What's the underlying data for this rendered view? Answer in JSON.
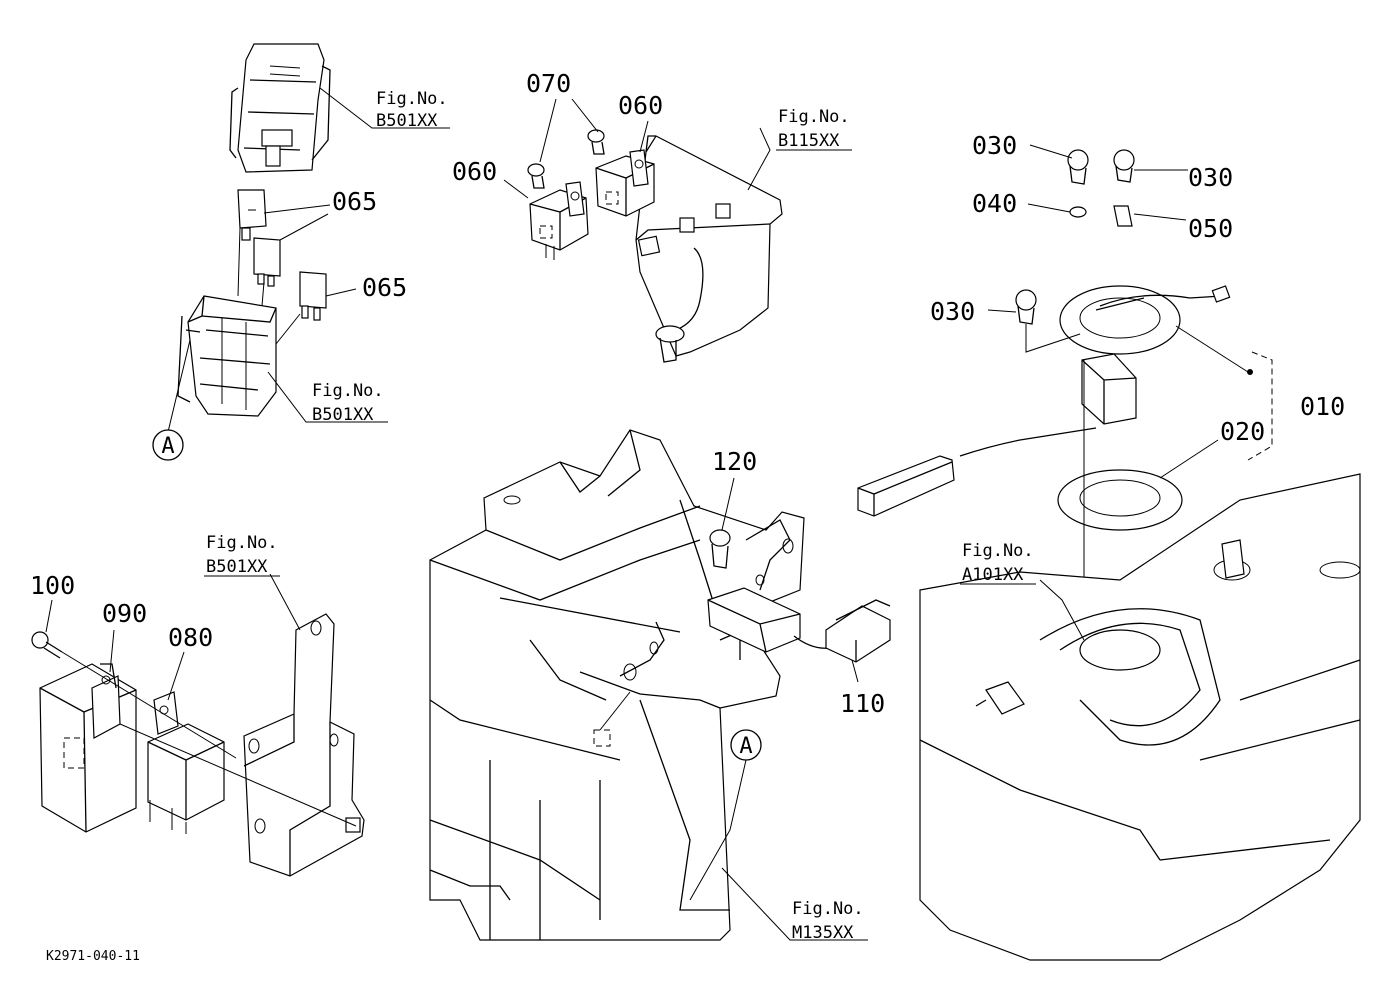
{
  "drawing_code": "K2971-040-11",
  "circle_labels": {
    "left": "A",
    "center": "A"
  },
  "part_numbers": {
    "p010": "010",
    "p020": "020",
    "p030_a": "030",
    "p030_b": "030",
    "p030_c": "030",
    "p040": "040",
    "p050": "050",
    "p060_a": "060",
    "p060_b": "060",
    "p065_a": "065",
    "p065_b": "065",
    "p070": "070",
    "p080": "080",
    "p090": "090",
    "p100": "100",
    "p110": "110",
    "p120": "120"
  },
  "fig_refs": [
    {
      "label": "Fig.No.",
      "code": "B501XX"
    },
    {
      "label": "Fig.No.",
      "code": "B501XX"
    },
    {
      "label": "Fig.No.",
      "code": "B115XX"
    },
    {
      "label": "Fig.No.",
      "code": "B501XX"
    },
    {
      "label": "Fig.No.",
      "code": "A101XX"
    },
    {
      "label": "Fig.No.",
      "code": "M135XX"
    }
  ]
}
